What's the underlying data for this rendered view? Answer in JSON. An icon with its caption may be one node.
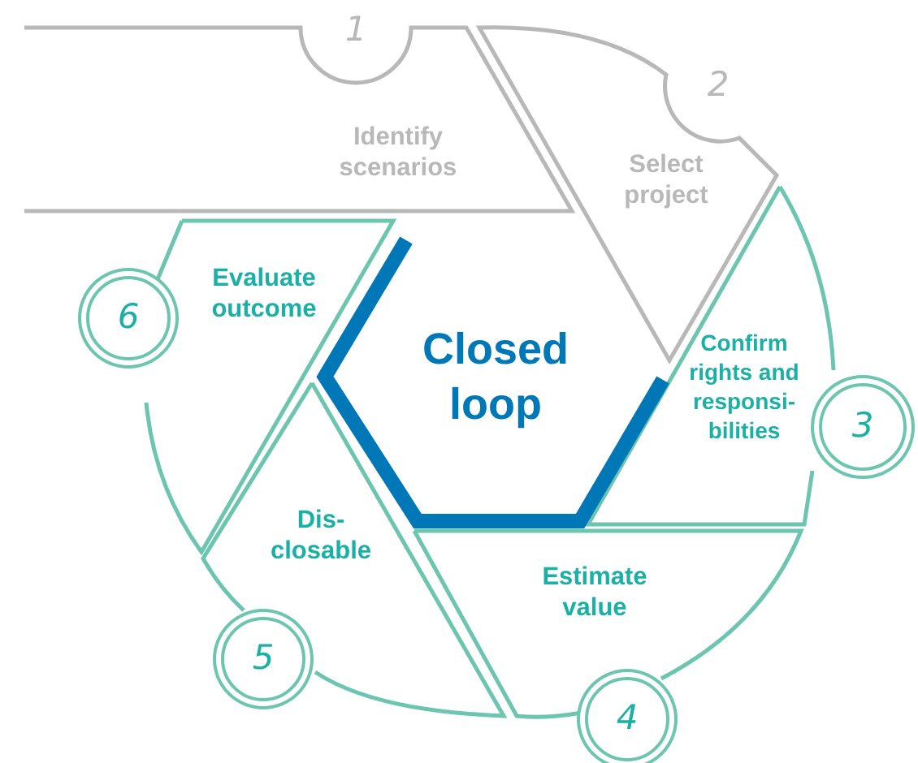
{
  "diagram": {
    "nodes": [
      {
        "text": [
          "1",
          "Identify scenarios"
        ]
      },
      {
        "text": [
          "2",
          "Select project"
        ]
      },
      {
        "text": [
          "Confirm rights and responsi- bilities",
          "3"
        ]
      },
      {
        "text": [
          "Estimate value",
          "4"
        ]
      },
      {
        "text": [
          "Dis- closable",
          "5"
        ]
      },
      {
        "text": [
          "6",
          "Evaluate outcome"
        ]
      },
      {
        "text": [
          "Closed loop"
        ]
      }
    ]
  }
}
